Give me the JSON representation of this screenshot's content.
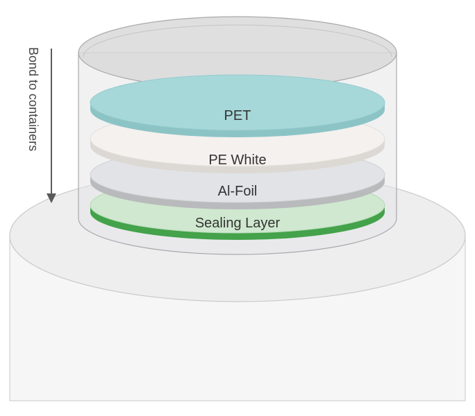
{
  "side_label": "Bond to containers",
  "layers": [
    {
      "name": "PET",
      "fill": "#a7d8d9",
      "edge": "#8cc4c6"
    },
    {
      "name": "PE White",
      "fill": "#f4f1ee",
      "edge": "#dcd8d3"
    },
    {
      "name": "Al-Foil",
      "fill": "#e2e3e6",
      "edge": "#b9babc"
    },
    {
      "name": "Sealing Layer",
      "fill": "#cfe8cf",
      "edge": "#43a24a"
    }
  ]
}
